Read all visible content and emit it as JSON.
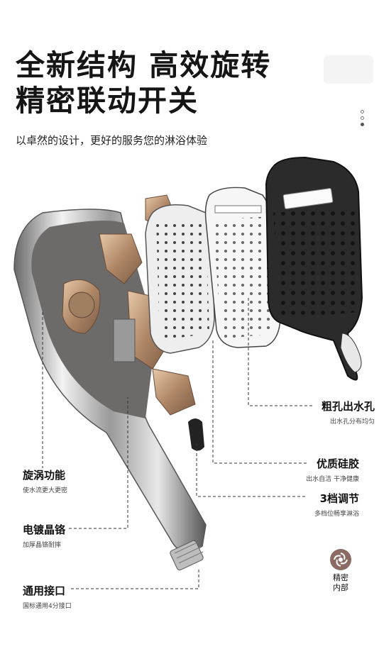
{
  "headline": {
    "line1": "全新结构  高效旋转",
    "line2": "精密联动开关"
  },
  "subtitle": "以卓然的设计，更好的服务您的淋浴体验",
  "labels": {
    "nozzle": {
      "title": "粗孔出水孔",
      "desc": "出水孔分布均匀"
    },
    "silicone": {
      "title": "优质硅胶",
      "desc": "出水自洁 干净健康"
    },
    "gears": {
      "title": "3档调节",
      "desc": "多档位畅享淋浴"
    },
    "swirl": {
      "title": "旋涡功能",
      "desc": "使水流更大更密"
    },
    "plating": {
      "title": "电镀晶铬",
      "desc": "加厚晶铬耐摔"
    },
    "connector": {
      "title": "通用接口",
      "desc": "国标通用4分接口"
    }
  },
  "badge": {
    "line1": "精密",
    "line2": "内部"
  },
  "colors": {
    "accent": "#8a6a62",
    "chrome": "#c8c8c8",
    "faceplate": "#2b2b2b"
  },
  "icons": [
    "swirl-icon",
    "page-dots-icon"
  ]
}
